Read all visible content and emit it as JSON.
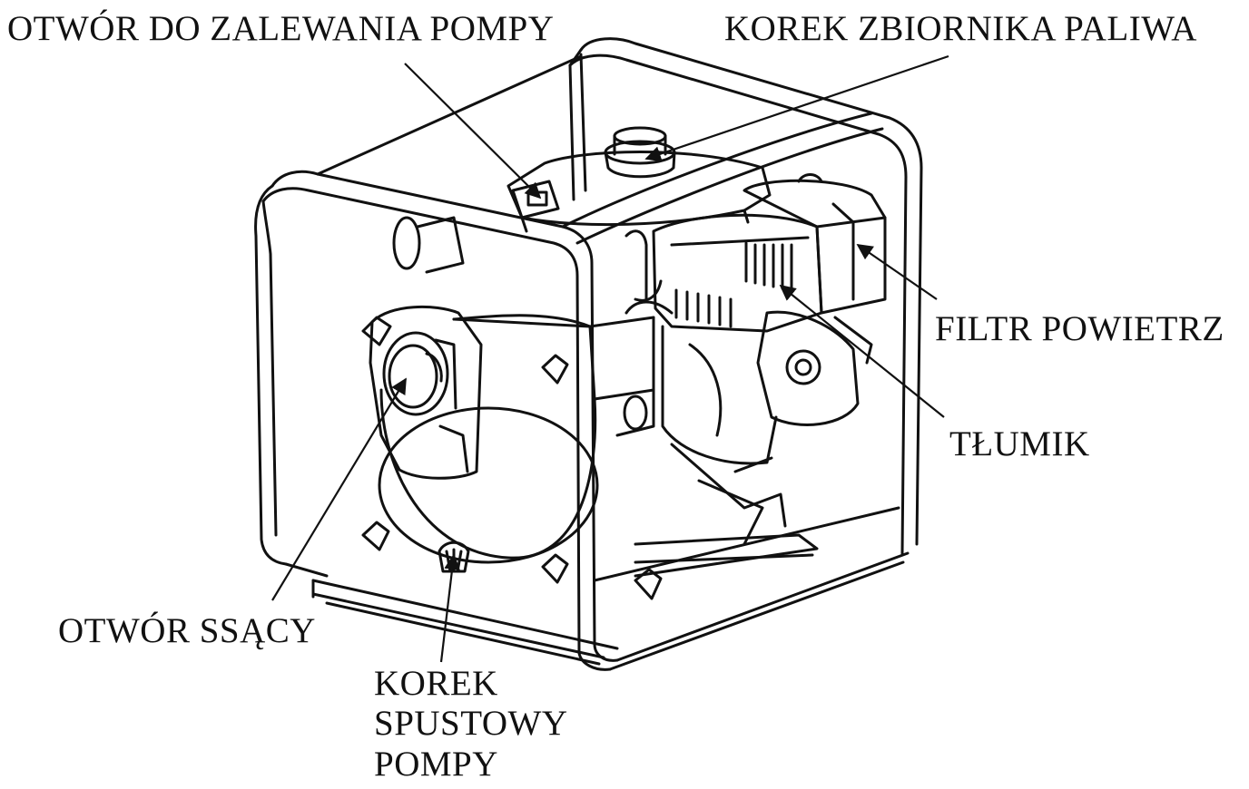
{
  "labels": {
    "priming_port": "OTWÓR DO ZALEWANIA POMPY",
    "fuel_cap": "KOREK ZBIORNIKA PALIWA",
    "air_filter": "FILTR POWIETRZ",
    "muffler": "TŁUMIK",
    "suction_port": "OTWÓR SSĄCY",
    "drain_plug_line1": "KOREK",
    "drain_plug_line2": "SPUSTOWY",
    "drain_plug_line3": "POMPY"
  },
  "colors": {
    "ink": "#111111",
    "paper": "#ffffff"
  }
}
